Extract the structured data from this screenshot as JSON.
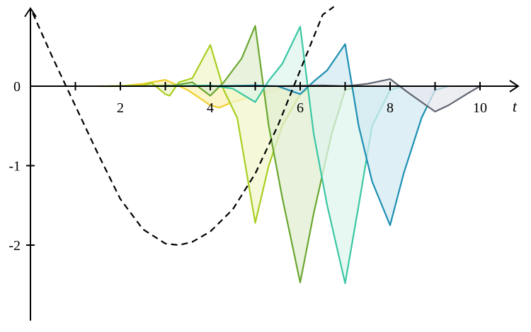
{
  "chart_data": {
    "type": "line",
    "title": "",
    "xlabel": "t",
    "ylabel": "",
    "xlim": [
      0,
      10.85
    ],
    "ylim": [
      -2.95,
      0.98
    ],
    "grid": false,
    "x_ticks": [
      {
        "value": 1,
        "label": ""
      },
      {
        "value": 2,
        "label": "2"
      },
      {
        "value": 3,
        "label": ""
      },
      {
        "value": 4,
        "label": "4"
      },
      {
        "value": 5,
        "label": ""
      },
      {
        "value": 6,
        "label": "6"
      },
      {
        "value": 7,
        "label": ""
      },
      {
        "value": 8,
        "label": "8"
      },
      {
        "value": 9,
        "label": ""
      },
      {
        "value": 10,
        "label": "10"
      }
    ],
    "y_ticks": [
      {
        "value": 0,
        "label": "0"
      },
      {
        "value": -1,
        "label": "-1"
      },
      {
        "value": -2,
        "label": "-2"
      }
    ],
    "reference_curve": {
      "style": "dashed",
      "color": "#000000",
      "points": [
        [
          0.05,
          0.92
        ],
        [
          0.5,
          0.35
        ],
        [
          1.0,
          -0.25
        ],
        [
          1.5,
          -0.85
        ],
        [
          2.0,
          -1.42
        ],
        [
          2.5,
          -1.8
        ],
        [
          3.0,
          -1.98
        ],
        [
          3.3,
          -2.0
        ],
        [
          3.6,
          -1.96
        ],
        [
          4.0,
          -1.83
        ],
        [
          4.5,
          -1.55
        ],
        [
          5.0,
          -1.1
        ],
        [
          5.5,
          -0.5
        ],
        [
          6.0,
          0.2
        ],
        [
          6.5,
          0.9
        ],
        [
          6.75,
          1.0
        ]
      ]
    },
    "series": [
      {
        "color": "#f0cf2c",
        "fill": "#fbf0b8",
        "points": [
          [
            1.5,
            0
          ],
          [
            2.0,
            0
          ],
          [
            2.5,
            0.03
          ],
          [
            3.0,
            0.08
          ],
          [
            3.2,
            0.03
          ],
          [
            3.5,
            -0.05
          ],
          [
            4.0,
            -0.24
          ],
          [
            4.2,
            -0.27
          ],
          [
            4.5,
            -0.2
          ],
          [
            5.0,
            -0.12
          ],
          [
            5.5,
            -0.05
          ],
          [
            6.0,
            0
          ]
        ]
      },
      {
        "color": "#a9ce1f",
        "fill": "#f1f7cc",
        "points": [
          [
            1.7,
            0
          ],
          [
            2.5,
            0.01
          ],
          [
            2.7,
            0.04
          ],
          [
            3.0,
            -0.1
          ],
          [
            3.1,
            -0.12
          ],
          [
            3.3,
            0.05
          ],
          [
            3.6,
            0.1
          ],
          [
            4.0,
            0.52
          ],
          [
            4.3,
            -0.05
          ],
          [
            4.6,
            -0.4
          ],
          [
            5.0,
            -1.72
          ],
          [
            5.3,
            -1.0
          ],
          [
            5.6,
            -0.5
          ],
          [
            6.0,
            -0.1
          ],
          [
            6.3,
            0
          ]
        ]
      },
      {
        "color": "#6aa72f",
        "fill": "#e1edd2",
        "points": [
          [
            2.5,
            0
          ],
          [
            3.2,
            0.01
          ],
          [
            3.6,
            0.05
          ],
          [
            4.0,
            -0.12
          ],
          [
            4.3,
            0.05
          ],
          [
            4.7,
            0.35
          ],
          [
            5.0,
            0.76
          ],
          [
            5.3,
            -0.5
          ],
          [
            5.6,
            -1.4
          ],
          [
            6.0,
            -2.47
          ],
          [
            6.3,
            -1.6
          ],
          [
            6.7,
            -0.6
          ],
          [
            7.0,
            -0.05
          ],
          [
            7.3,
            0
          ]
        ]
      },
      {
        "color": "#3ac7a3",
        "fill": "#dff4ec",
        "points": [
          [
            3.0,
            0
          ],
          [
            4.0,
            0.01
          ],
          [
            4.5,
            -0.03
          ],
          [
            5.0,
            -0.2
          ],
          [
            5.3,
            0.07
          ],
          [
            5.6,
            0.28
          ],
          [
            6.0,
            0.75
          ],
          [
            6.3,
            -0.6
          ],
          [
            6.6,
            -1.5
          ],
          [
            7.0,
            -2.48
          ],
          [
            7.3,
            -1.5
          ],
          [
            7.6,
            -0.5
          ],
          [
            8.0,
            -0.05
          ],
          [
            8.3,
            0
          ]
        ]
      },
      {
        "color": "#1d8fb2",
        "fill": "#d3e9f1",
        "points": [
          [
            4.0,
            0
          ],
          [
            5.0,
            0.01
          ],
          [
            5.5,
            0
          ],
          [
            6.0,
            -0.1
          ],
          [
            6.3,
            0.06
          ],
          [
            6.6,
            0.2
          ],
          [
            7.0,
            0.53
          ],
          [
            7.3,
            -0.5
          ],
          [
            7.6,
            -1.2
          ],
          [
            8.0,
            -1.75
          ],
          [
            8.3,
            -1.1
          ],
          [
            8.7,
            -0.4
          ],
          [
            9.0,
            -0.05
          ],
          [
            9.3,
            0
          ]
        ]
      },
      {
        "color": "#5f6470",
        "fill": "#e6e8ec",
        "points": [
          [
            5.5,
            0
          ],
          [
            6.5,
            0.01
          ],
          [
            7.0,
            0
          ],
          [
            7.5,
            0.03
          ],
          [
            8.0,
            0.09
          ],
          [
            8.4,
            -0.08
          ],
          [
            8.7,
            -0.2
          ],
          [
            9.0,
            -0.32
          ],
          [
            9.3,
            -0.24
          ],
          [
            9.7,
            -0.1
          ],
          [
            10.0,
            0
          ]
        ]
      }
    ]
  }
}
